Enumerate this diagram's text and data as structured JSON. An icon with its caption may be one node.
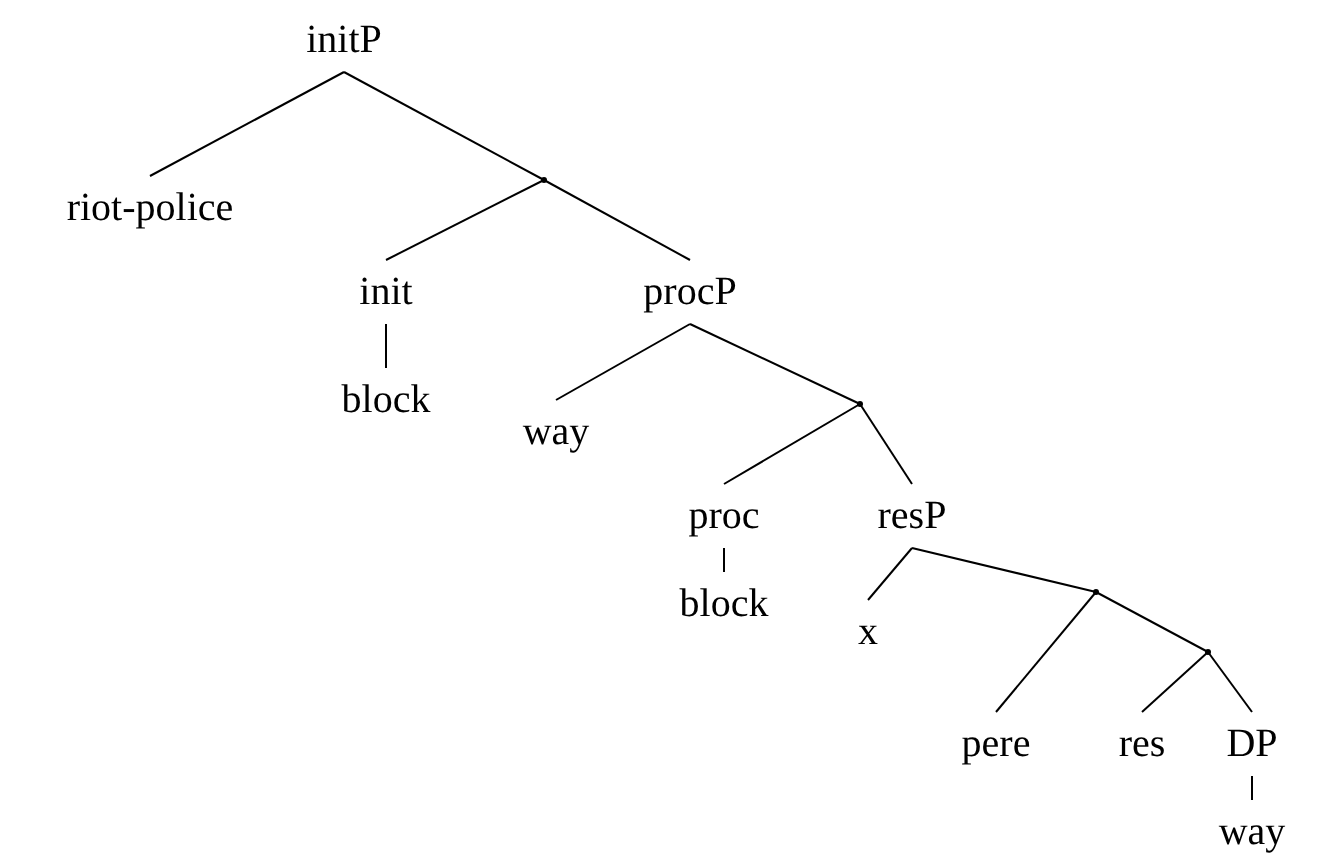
{
  "diagram": {
    "nodes": [
      {
        "text": [
          "initP"
        ]
      },
      {
        "text": [
          "riot-police"
        ]
      },
      {
        "text": [],
        "shape": "point"
      },
      {
        "text": [
          "init"
        ]
      },
      {
        "text": [
          "block"
        ]
      },
      {
        "text": [
          "procP"
        ]
      },
      {
        "text": [
          "way"
        ]
      },
      {
        "text": [],
        "shape": "point"
      },
      {
        "text": [
          "proc"
        ]
      },
      {
        "text": [
          "block"
        ]
      },
      {
        "text": [
          "resP"
        ]
      },
      {
        "text": [
          "x"
        ]
      },
      {
        "text": [],
        "shape": "point"
      },
      {
        "text": [
          "pere"
        ]
      },
      {
        "text": [],
        "shape": "point"
      },
      {
        "text": [
          "res"
        ]
      },
      {
        "text": [
          "DP"
        ]
      },
      {
        "text": [
          "way"
        ]
      }
    ],
    "edges": [
      {
        "from": 0,
        "to": 1,
        "arrow": "none"
      },
      {
        "from": 0,
        "to": 2,
        "arrow": "none"
      },
      {
        "from": 2,
        "to": 3,
        "arrow": "none"
      },
      {
        "from": 2,
        "to": 5,
        "arrow": "none"
      },
      {
        "from": 3,
        "to": 4,
        "arrow": "none"
      },
      {
        "from": 5,
        "to": 6,
        "arrow": "none"
      },
      {
        "from": 5,
        "to": 7,
        "arrow": "none"
      },
      {
        "from": 7,
        "to": 8,
        "arrow": "none"
      },
      {
        "from": 7,
        "to": 10,
        "arrow": "none"
      },
      {
        "from": 8,
        "to": 9,
        "arrow": "none"
      },
      {
        "from": 10,
        "to": 11,
        "arrow": "none"
      },
      {
        "from": 10,
        "to": 12,
        "arrow": "none"
      },
      {
        "from": 12,
        "to": 13,
        "arrow": "none"
      },
      {
        "from": 12,
        "to": 14,
        "arrow": "none"
      },
      {
        "from": 14,
        "to": 15,
        "arrow": "none"
      },
      {
        "from": 14,
        "to": 16,
        "arrow": "none"
      },
      {
        "from": 16,
        "to": 17,
        "arrow": "none"
      }
    ]
  }
}
